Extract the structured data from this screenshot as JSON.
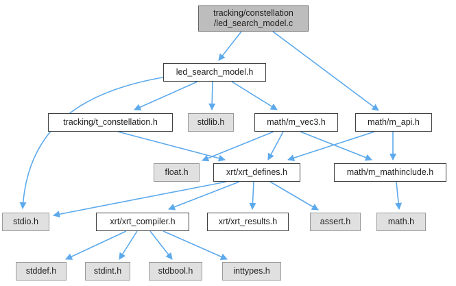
{
  "graph": {
    "type": "include-dependency-graph",
    "edge_color": "#5ca9ec",
    "colors": {
      "main_node_fill": "#bdbdbd",
      "internal_node_fill": "#ffffff",
      "system_node_fill": "#e0e0e0",
      "internal_node_border": "#404040",
      "system_node_border": "#999999"
    },
    "nodes": [
      {
        "id": "c_file",
        "label": "tracking/constellation\n/led_search_model.c",
        "kind": "main"
      },
      {
        "id": "led_h",
        "label": "led_search_model.h",
        "kind": "internal"
      },
      {
        "id": "t_constell",
        "label": "tracking/t_constellation.h",
        "kind": "internal"
      },
      {
        "id": "stdlib",
        "label": "stdlib.h",
        "kind": "system"
      },
      {
        "id": "m_vec3",
        "label": "math/m_vec3.h",
        "kind": "internal"
      },
      {
        "id": "m_api",
        "label": "math/m_api.h",
        "kind": "internal"
      },
      {
        "id": "float",
        "label": "float.h",
        "kind": "system"
      },
      {
        "id": "xrt_defines",
        "label": "xrt/xrt_defines.h",
        "kind": "internal"
      },
      {
        "id": "m_mathinc",
        "label": "math/m_mathinclude.h",
        "kind": "internal"
      },
      {
        "id": "stdio",
        "label": "stdio.h",
        "kind": "system"
      },
      {
        "id": "xrt_compiler",
        "label": "xrt/xrt_compiler.h",
        "kind": "internal"
      },
      {
        "id": "xrt_results",
        "label": "xrt/xrt_results.h",
        "kind": "internal"
      },
      {
        "id": "assert",
        "label": "assert.h",
        "kind": "system"
      },
      {
        "id": "math",
        "label": "math.h",
        "kind": "system"
      },
      {
        "id": "stddef",
        "label": "stddef.h",
        "kind": "system"
      },
      {
        "id": "stdint",
        "label": "stdint.h",
        "kind": "system"
      },
      {
        "id": "stdbool",
        "label": "stdbool.h",
        "kind": "system"
      },
      {
        "id": "inttypes",
        "label": "inttypes.h",
        "kind": "system"
      }
    ],
    "edges": [
      [
        "c_file",
        "led_h"
      ],
      [
        "c_file",
        "m_api"
      ],
      [
        "led_h",
        "stdio"
      ],
      [
        "led_h",
        "t_constell"
      ],
      [
        "led_h",
        "stdlib"
      ],
      [
        "led_h",
        "m_vec3"
      ],
      [
        "t_constell",
        "xrt_defines"
      ],
      [
        "m_vec3",
        "float"
      ],
      [
        "m_vec3",
        "xrt_defines"
      ],
      [
        "m_vec3",
        "m_mathinc"
      ],
      [
        "m_api",
        "xrt_defines"
      ],
      [
        "m_api",
        "m_mathinc"
      ],
      [
        "xrt_defines",
        "stdio"
      ],
      [
        "xrt_defines",
        "xrt_compiler"
      ],
      [
        "xrt_defines",
        "xrt_results"
      ],
      [
        "xrt_defines",
        "assert"
      ],
      [
        "m_mathinc",
        "math"
      ],
      [
        "xrt_compiler",
        "stddef"
      ],
      [
        "xrt_compiler",
        "stdint"
      ],
      [
        "xrt_compiler",
        "stdbool"
      ],
      [
        "xrt_compiler",
        "inttypes"
      ]
    ]
  }
}
